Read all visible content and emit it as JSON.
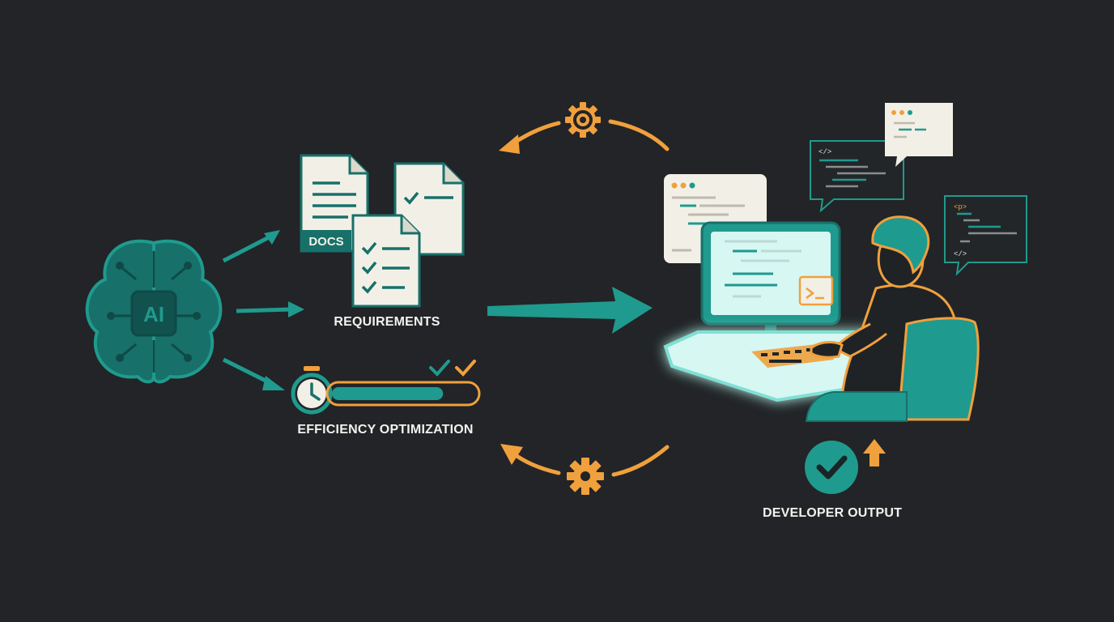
{
  "colors": {
    "background": "#222427",
    "teal": "#1f9a8e",
    "teal_dark": "#17706a",
    "orange": "#f0a03c",
    "paper": "#f2f0e6",
    "text": "#f2f2ee",
    "screen_glow": "#d7f7f3"
  },
  "ai_brain": {
    "badge": "AI",
    "icon": "brain-circuit-icon"
  },
  "docs": {
    "tag": "DOCS",
    "caption": "REQUIREMENTS",
    "icon": "document-icon"
  },
  "efficiency": {
    "caption": "EFFICIENCY OPTIMIZATION",
    "icon": "stopwatch-icon",
    "progress": 0.78
  },
  "developer": {
    "caption": "DEVELOPER OUTPUT",
    "icon": "developer-at-computer-icon"
  },
  "code_bubbles": {
    "tag_a": "</>",
    "tag_b": "<p>",
    "tag_c": "</>"
  },
  "cycle": {
    "icon": "gear-icon"
  }
}
